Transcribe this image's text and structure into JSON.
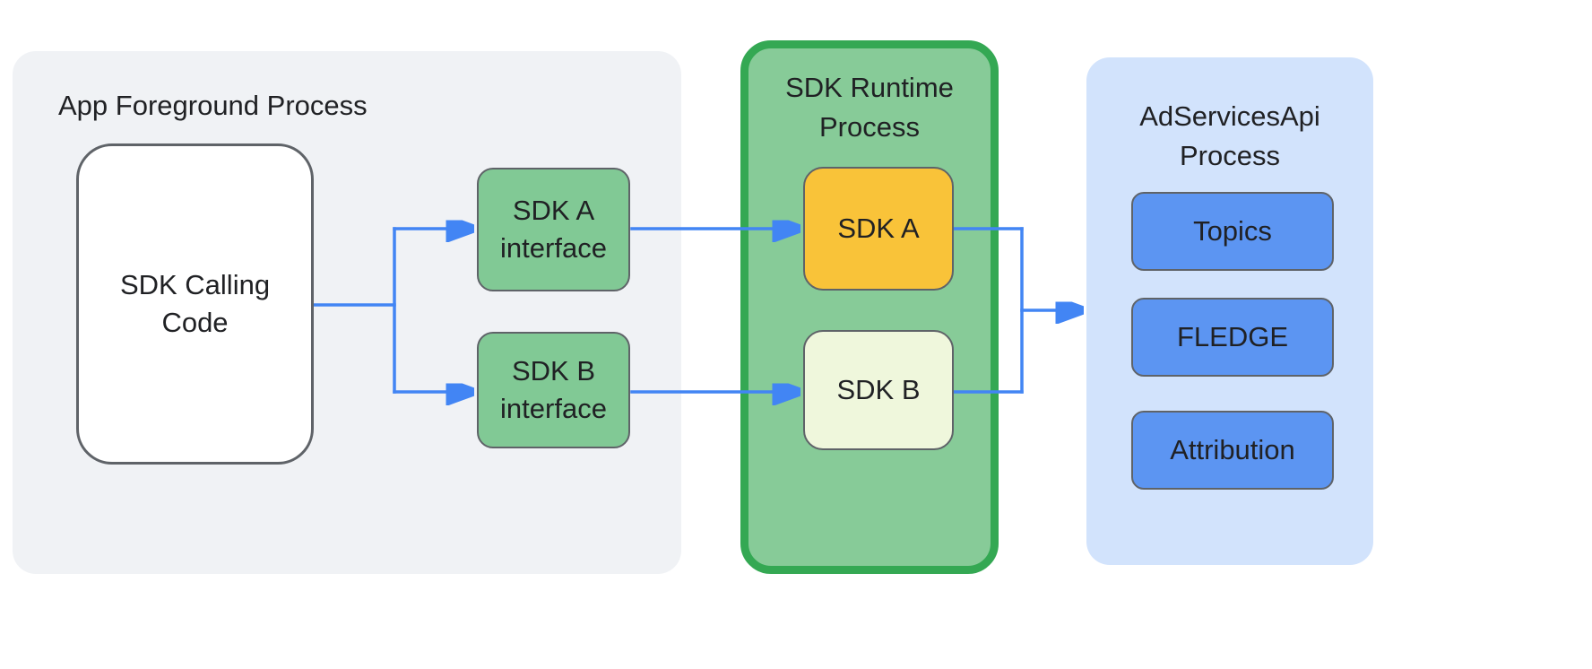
{
  "app_foreground": {
    "title": "App Foreground Process",
    "sdk_calling_code": "SDK Calling Code",
    "sdk_a_interface": "SDK A interface",
    "sdk_b_interface": "SDK B interface"
  },
  "sdk_runtime": {
    "title": "SDK Runtime Process",
    "sdk_a": "SDK A",
    "sdk_b": "SDK B"
  },
  "adservices": {
    "title": "AdServicesApi Process",
    "apis": [
      "Topics",
      "FLEDGE",
      "Attribution"
    ]
  },
  "colors": {
    "arrow": "#4285f4",
    "app-fg-bg": "#f0f2f5",
    "green-box": "#81c995",
    "runtime-bg": "#87cb98",
    "runtime-border": "#34a853",
    "sdk-a-bg": "#f9c339",
    "sdk-b-bg": "#eff7dc",
    "adservices-bg": "#d2e3fc",
    "api-box-bg": "#5c95f2",
    "box-border": "#5f6368"
  }
}
